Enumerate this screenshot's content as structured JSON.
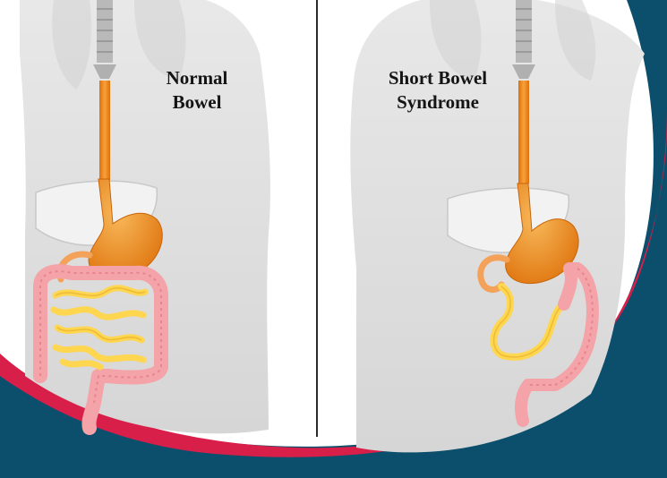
{
  "panels": {
    "left": {
      "title_line1": "Normal",
      "title_line2": "Bowel"
    },
    "right": {
      "title_line1": "Short Bowel",
      "title_line2": "Syndrome"
    }
  },
  "colors": {
    "background_teal": "#0b4f6c",
    "accent_red": "#d81f4a",
    "body_grey": "#dcdcdc",
    "esophagus_orange": "#f08a1a",
    "stomach_orange": "#f39a2c",
    "small_intestine_yellow": "#ffd650",
    "large_intestine_pink": "#f4a3a8",
    "divider_line": "#2a2a2a"
  },
  "icons": [
    "normal-bowel-anatomy-illustration",
    "short-bowel-anatomy-illustration"
  ]
}
